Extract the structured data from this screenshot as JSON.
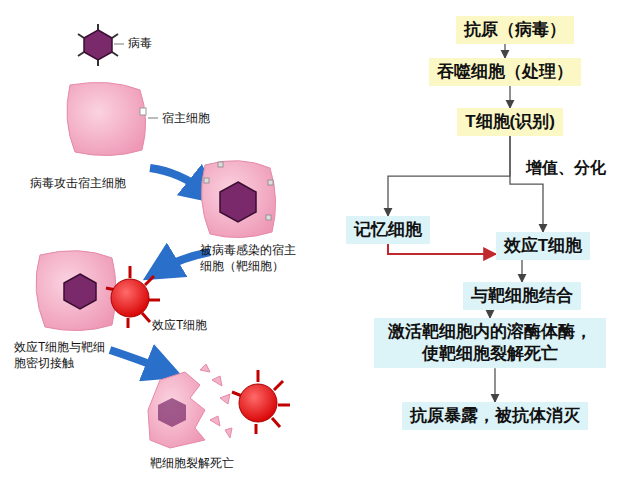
{
  "diagram": {
    "nodes": [
      {
        "text": [
          "抗原（病毒）"
        ]
      },
      {
        "text": [
          "吞噬细胞（处理）"
        ]
      },
      {
        "text": [
          "T细胞(识别)"
        ]
      },
      {
        "text": [
          "记忆细胞"
        ]
      },
      {
        "text": [
          "效应T细胞"
        ]
      },
      {
        "text": [
          "与靶细胞结合"
        ]
      },
      {
        "text": [
          "激活靶细胞内的溶酶体酶，使靶细胞裂解死亡"
        ]
      },
      {
        "text": [
          "抗原暴露，被抗体消灭"
        ]
      }
    ],
    "edges": [
      {
        "from": 0,
        "to": 1,
        "arrow": "to"
      },
      {
        "from": 1,
        "to": 2,
        "arrow": "to"
      },
      {
        "from": 2,
        "to": 3,
        "arrow": "to"
      },
      {
        "from": 2,
        "to": 4,
        "arrow": "to"
      },
      {
        "from": 3,
        "to": 4,
        "arrow": "to"
      },
      {
        "from": 4,
        "to": 5,
        "arrow": "to"
      },
      {
        "from": 5,
        "to": 6,
        "arrow": "to"
      },
      {
        "from": 6,
        "to": 7,
        "arrow": "to"
      }
    ],
    "labels": [
      "病毒",
      "宿主细胞",
      "病毒攻击宿主细胞",
      "被病毒感染的宿主细胞（靶细胞）",
      "效应T细胞",
      "效应T细胞与靶细胞密切接触",
      "靶细胞裂解死亡",
      "增值、分化"
    ]
  }
}
